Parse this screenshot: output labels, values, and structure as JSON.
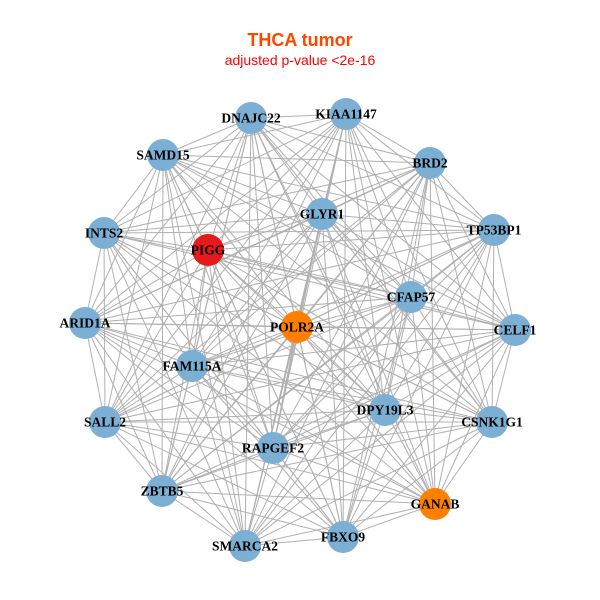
{
  "title": "THCA tumor",
  "subtitle": "adjusted p-value <2e-16",
  "colors": {
    "default": "#7bafd4",
    "red": "#e41a1c",
    "orange": "#ff7f00",
    "edge": "#b0b0b0"
  },
  "nodes": [
    {
      "name": "DNAJC22",
      "color": "default"
    },
    {
      "name": "KIAA1147",
      "color": "default"
    },
    {
      "name": "SAMD15",
      "color": "default"
    },
    {
      "name": "BRD2",
      "color": "default"
    },
    {
      "name": "GLYR1",
      "color": "default"
    },
    {
      "name": "INTS2",
      "color": "default"
    },
    {
      "name": "PIGG",
      "color": "red"
    },
    {
      "name": "TP53BP1",
      "color": "default"
    },
    {
      "name": "CFAP57",
      "color": "default"
    },
    {
      "name": "ARID1A",
      "color": "default"
    },
    {
      "name": "POLR2A",
      "color": "orange"
    },
    {
      "name": "CELF1",
      "color": "default"
    },
    {
      "name": "FAM115A",
      "color": "default"
    },
    {
      "name": "DPY19L3",
      "color": "default"
    },
    {
      "name": "SALL2",
      "color": "default"
    },
    {
      "name": "CSNK1G1",
      "color": "default"
    },
    {
      "name": "RAPGEF2",
      "color": "default"
    },
    {
      "name": "ZBTB5",
      "color": "default"
    },
    {
      "name": "GANAB",
      "color": "orange"
    },
    {
      "name": "SMARCA2",
      "color": "default"
    },
    {
      "name": "FBXO9",
      "color": "default"
    }
  ],
  "edges_complete_graph": true
}
